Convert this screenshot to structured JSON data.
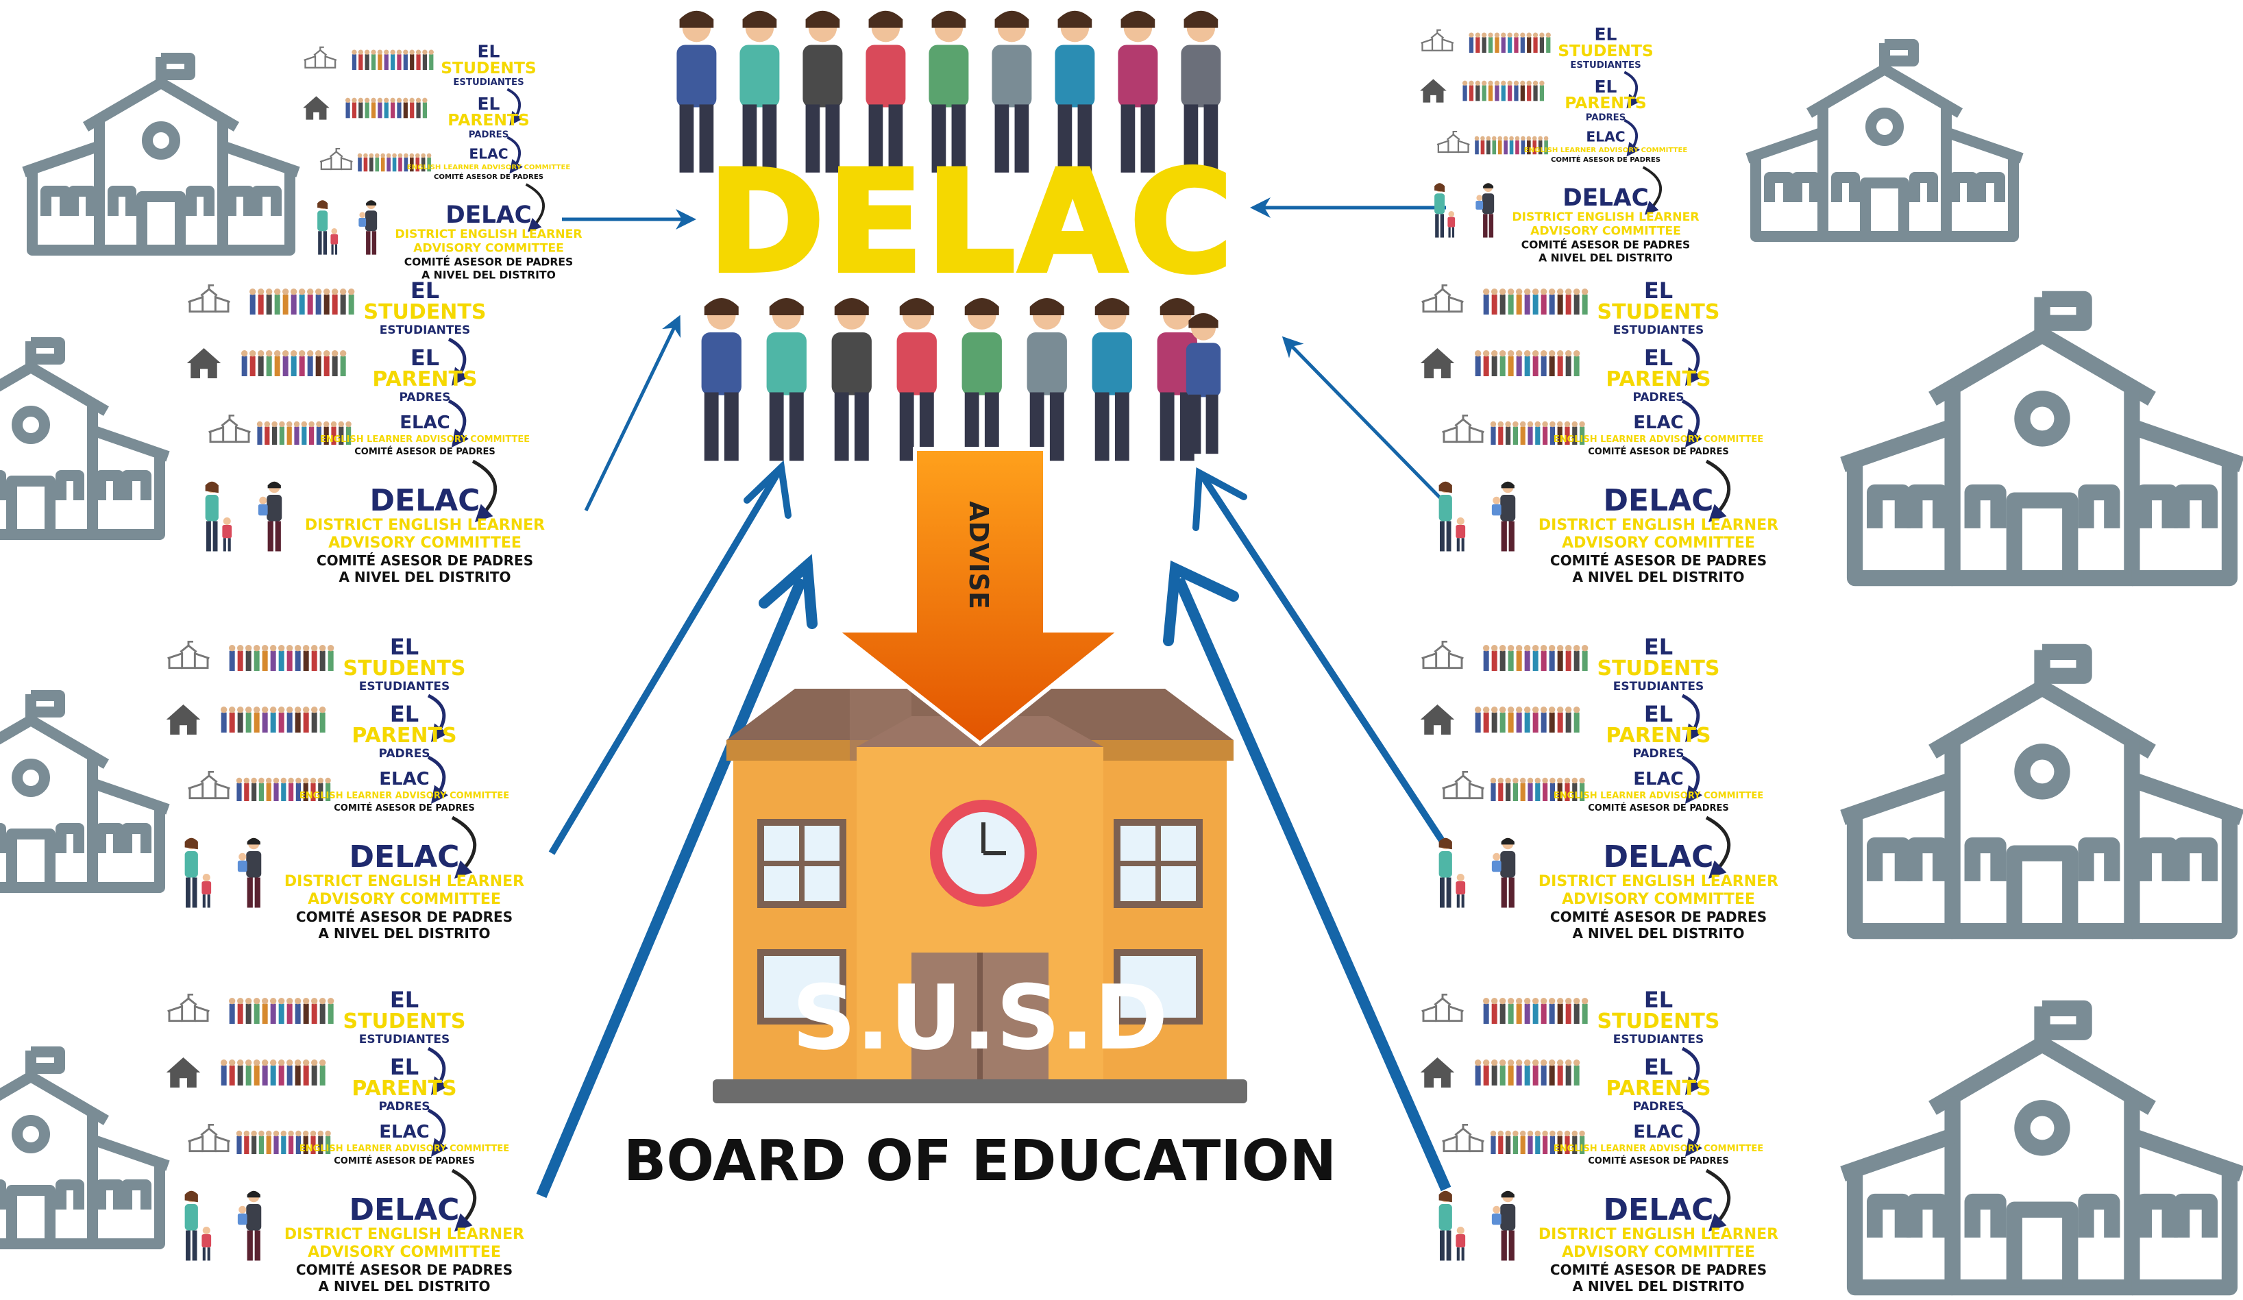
{
  "central": {
    "title": "DELAC",
    "advise_label": "ADVISE",
    "district_label": "S.U.S.D",
    "board_label": "BOARD OF EDUCATION"
  },
  "flow": {
    "el": "EL",
    "students": "STUDENTS",
    "estudiantes": "ESTUDIANTES",
    "parents": "PARENTS",
    "padres": "PADRES",
    "elac": "ELAC",
    "elac_en": "ENGLISH LEARNER ADVISORY COMMITTEE",
    "elac_es": "COMITÉ ASESOR DE PADRES",
    "delac": "DELAC",
    "delac_en_1": "DISTRICT ENGLISH LEARNER",
    "delac_en_2": "ADVISORY COMMITTEE",
    "delac_es_1": "COMITÉ ASESOR DE PADRES",
    "delac_es_2": "A NIVEL DEL DISTRITO"
  },
  "colors": {
    "yellow": "#f5d800",
    "navy": "#1f2a6e",
    "blue_arrow": "#1565a8",
    "school_outline": "#7a8c95",
    "advise_arrow_top": "#ff9c1a",
    "advise_arrow_bottom": "#e85c00",
    "building": "#f2a845",
    "roof": "#8a6756"
  },
  "icons": {
    "school": "school-outline-icon",
    "house": "house-icon",
    "people": "people-group-icon",
    "clock": "clock-icon",
    "building": "school-building-icon"
  }
}
